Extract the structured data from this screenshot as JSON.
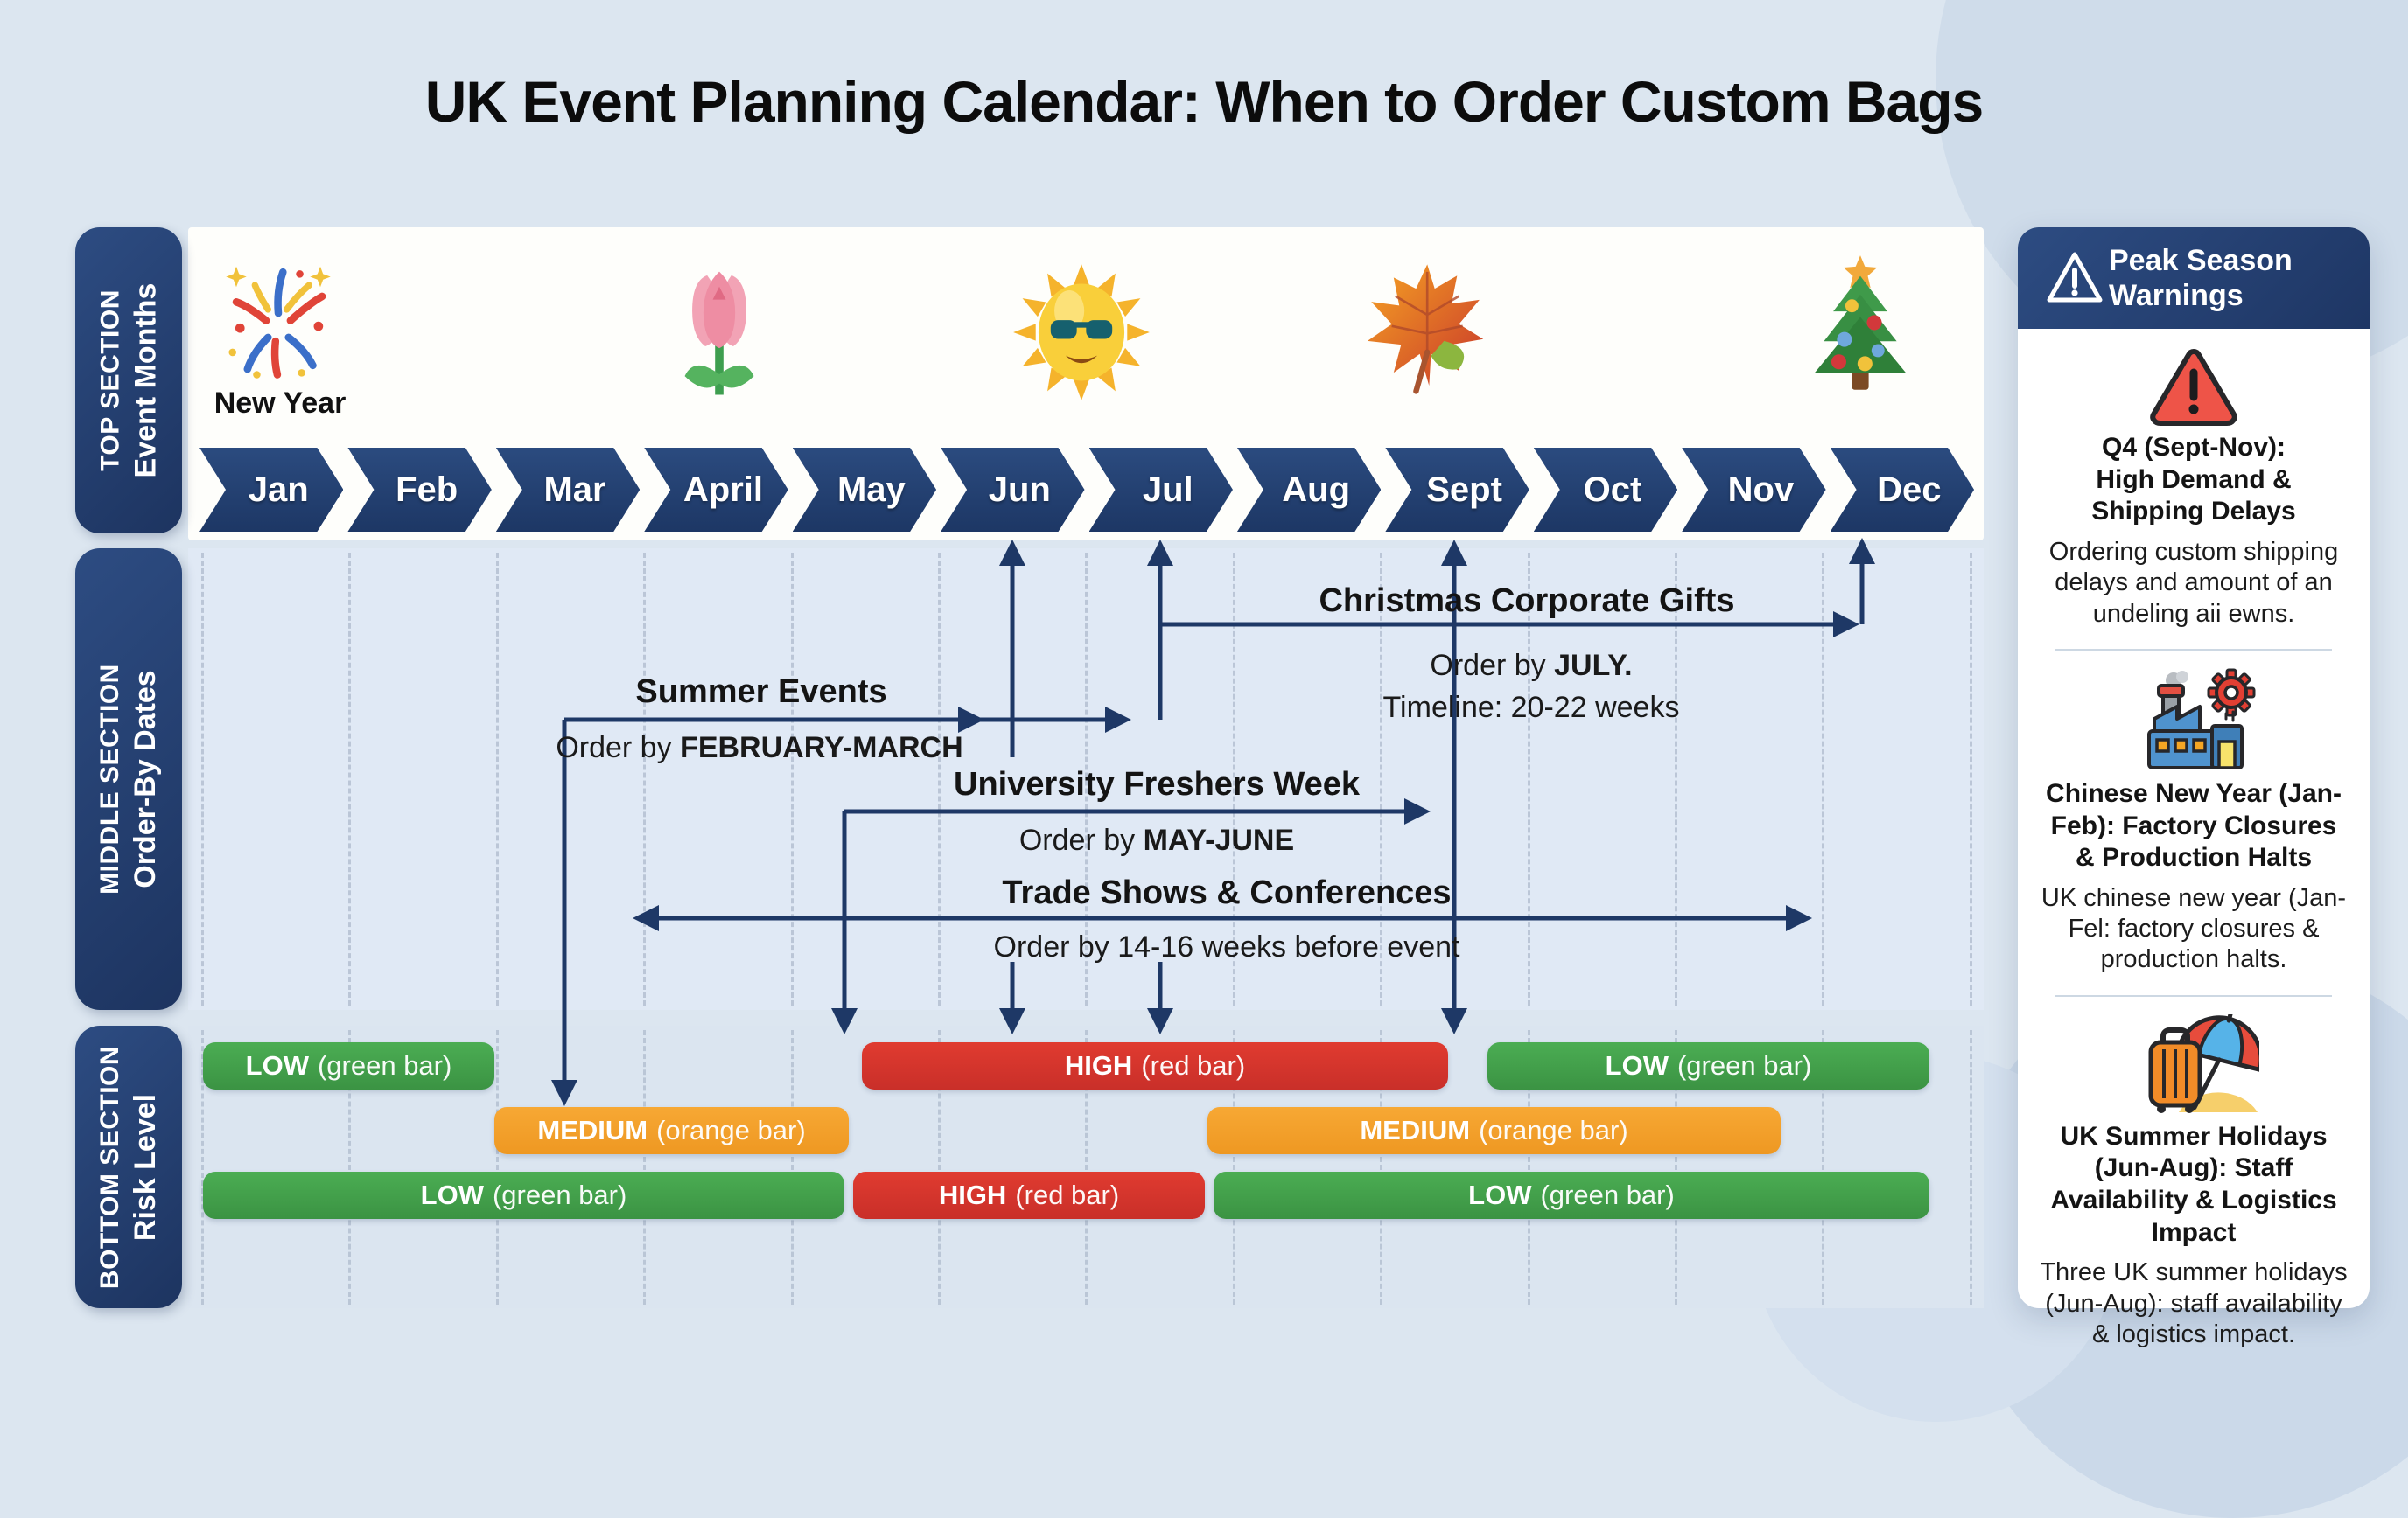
{
  "title": "UK Event Planning Calendar: When to Order Custom Bags",
  "sections": {
    "top": {
      "line1": "TOP SECTION",
      "line2": "Event Months"
    },
    "middle": {
      "line1": "MIDDLE SECTION",
      "line2": "Order-By Dates"
    },
    "bottom": {
      "line1": "BOTTOM SECTION",
      "line2": "Risk Level"
    }
  },
  "months": [
    "Jan",
    "Feb",
    "Mar",
    "April",
    "May",
    "Jun",
    "Jul",
    "Aug",
    "Sept",
    "Oct",
    "Nov",
    "Dec"
  ],
  "seasons": {
    "new_year_label": "New Year",
    "icons": [
      "fireworks-icon",
      "tulip-icon",
      "sun-icon",
      "maple-leaf-icon",
      "christmas-tree-icon"
    ]
  },
  "events": {
    "summer": {
      "title": "Summer Events",
      "order_prefix": "Order by ",
      "order_strong": "FEBRUARY-MARCH"
    },
    "freshers": {
      "title": "University Freshers Week",
      "order_prefix": "Order by ",
      "order_strong": "MAY-JUNE"
    },
    "christmas": {
      "title": "Christmas Corporate Gifts",
      "order_prefix": "Order by ",
      "order_strong": "JULY.",
      "timeline": "Timeline: 20-22 weeks"
    },
    "trade": {
      "title": "Trade Shows & Conferences",
      "order_text": "Order by 14-16 weeks before event"
    }
  },
  "risk": {
    "rows": [
      {
        "segments": [
          {
            "bold": "LOW",
            "rest": "(green bar)",
            "color": "green"
          },
          {
            "bold": "HIGH",
            "rest": "(red bar)",
            "color": "red"
          },
          {
            "bold": "LOW",
            "rest": "(green bar)",
            "color": "green"
          }
        ]
      },
      {
        "segments": [
          {
            "bold": "MEDIUM",
            "rest": "(orange bar)",
            "color": "orange"
          },
          {
            "bold": "MEDIUM",
            "rest": "(orange bar)",
            "color": "orange"
          }
        ]
      },
      {
        "segments": [
          {
            "bold": "LOW",
            "rest": "(green bar)",
            "color": "green"
          },
          {
            "bold": "HIGH",
            "rest": "(red bar)",
            "color": "red"
          },
          {
            "bold": "LOW",
            "rest": "(green bar)",
            "color": "green"
          }
        ]
      }
    ]
  },
  "warnings": {
    "header": "Peak Season Warnings",
    "header_icon": "warning-outline-icon",
    "items": [
      {
        "icon": "warning-triangle-icon",
        "title": "Q4 (Sept-Nov): High Demand & Shipping Delays",
        "body": "Ordering custom shipping delays and amount of an undeling aii ewns."
      },
      {
        "icon": "factory-icon",
        "title": "Chinese New Year (Jan-Feb): Factory Closures & Production Halts",
        "body": "UK chinese new year (Jan-Fel: factory closures & production halts."
      },
      {
        "icon": "suitcase-umbrella-icon",
        "title": "UK Summer Holidays (Jun-Aug): Staff Availability & Logistics Impact",
        "body": "Three UK summer holidays (Jun-Aug): staff availability & logistics impact."
      }
    ]
  },
  "colors": {
    "navy": "#24406e",
    "green": "#43a24b",
    "orange": "#f5a230",
    "red": "#da352a",
    "background": "#dce6f0",
    "band_blue": "#e0e9f5"
  }
}
